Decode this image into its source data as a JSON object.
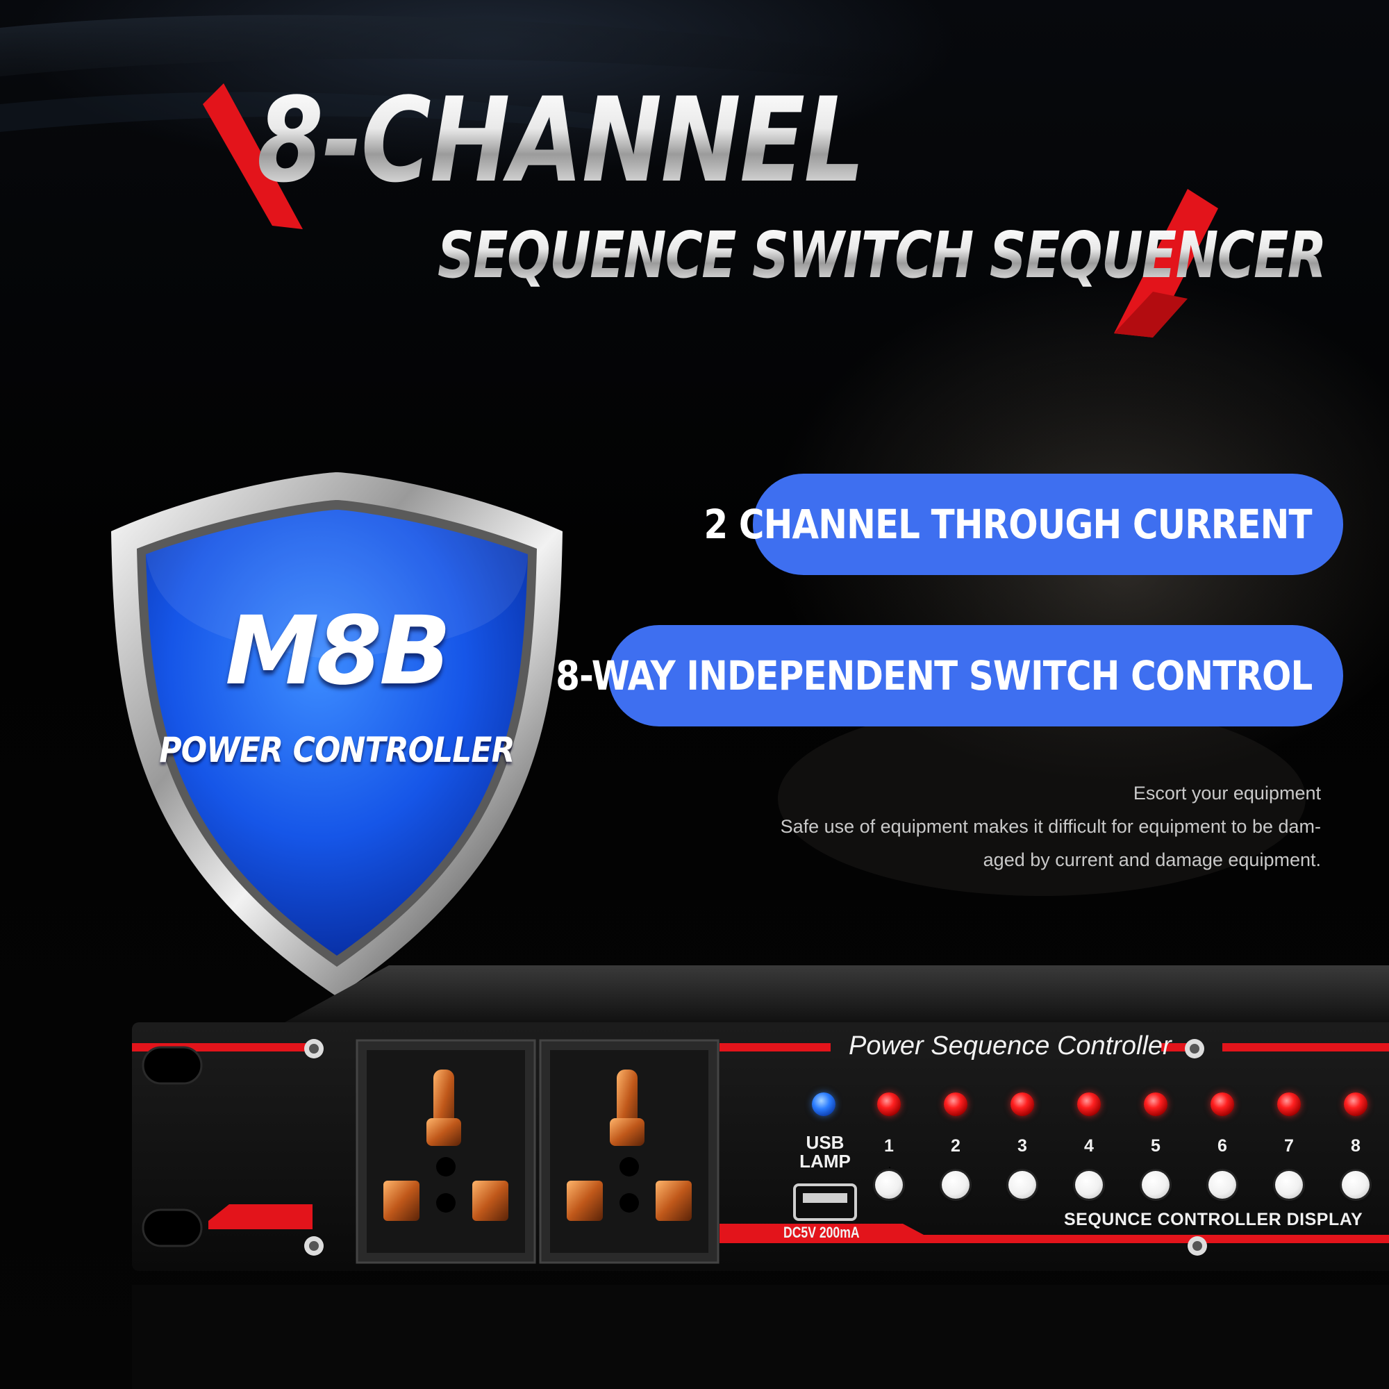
{
  "headline": {
    "title": "8-CHANNEL",
    "subtitle": "SEQUENCE SWITCH SEQUENCER"
  },
  "badge": {
    "model": "M8B",
    "caption": "POWER CONTROLLER"
  },
  "features": [
    {
      "label": "2 CHANNEL THROUGH CURRENT"
    },
    {
      "label": "8-WAY INDEPENDENT SWITCH CONTROL"
    }
  ],
  "description": {
    "lines": [
      "Escort your equipment",
      "Safe use of equipment makes it difficult for equipment to be dam-",
      "aged by current and damage equipment."
    ]
  },
  "panel": {
    "title": "Power Sequence Controller",
    "usb_label_line1": "USB",
    "usb_label_line2": "LAMP",
    "usb_rating": "DC5V 200mA",
    "display_label": "SEQUNCE CONTROLLER DISPLAY",
    "channels": [
      "1",
      "2",
      "3",
      "4",
      "5",
      "6",
      "7",
      "8"
    ]
  },
  "colors": {
    "accent_red": "#e3141b",
    "pill_blue": "#3e6ff0",
    "shield_blue": "#1b5cf0",
    "indicator_usb": "#2a7cff",
    "indicator_channel": "#ff2020"
  },
  "icons": {
    "usb": "usb-port-icon",
    "outlet": "universal-outlet-icon",
    "screw": "screw-icon",
    "led": "led-indicator-icon"
  }
}
